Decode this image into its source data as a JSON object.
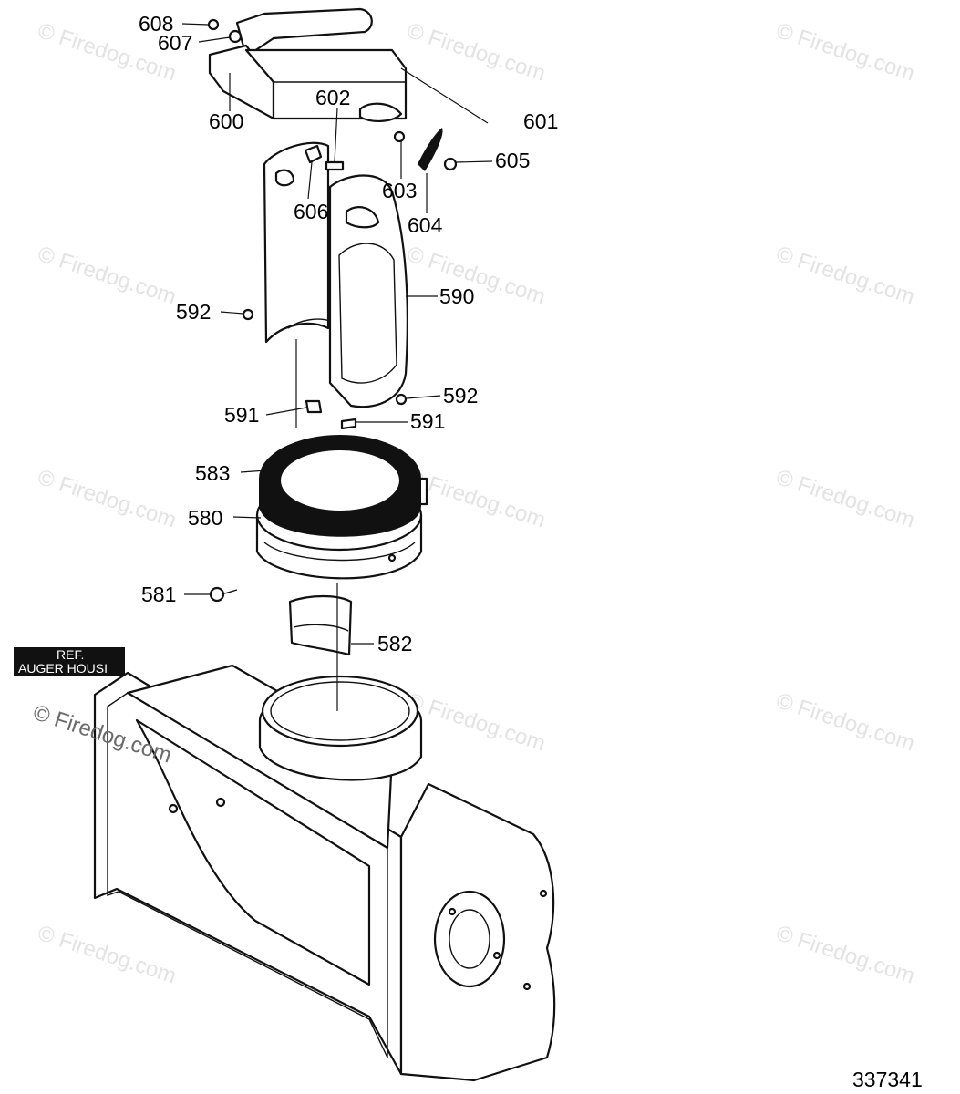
{
  "watermark": {
    "text": "© Firedog.com",
    "color": "#e3e3e3",
    "dark_color": "#6a6a6a"
  },
  "reference_label": {
    "line1": "REF.",
    "line2": "AUGER HOUSI"
  },
  "drawing_number": "337341",
  "callouts": {
    "c608": "608",
    "c607": "607",
    "c600": "600",
    "c602": "602",
    "c601": "601",
    "c603": "603",
    "c605": "605",
    "c604": "604",
    "c606": "606",
    "c590": "590",
    "c592a": "592",
    "c592b": "592",
    "c591a": "591",
    "c591b": "591",
    "c583": "583",
    "c580": "580",
    "c581": "581",
    "c582": "582"
  },
  "parts": {
    "handle": "chute-deflector-handle-600",
    "deflector": "chute-deflector-604",
    "upper_chute": "upper-chute-590",
    "chute_ring": "chute-ring-583",
    "chute_base": "chute-base-580",
    "chute_flange": "chute-flange-582",
    "auger_housing": "auger-housing"
  }
}
